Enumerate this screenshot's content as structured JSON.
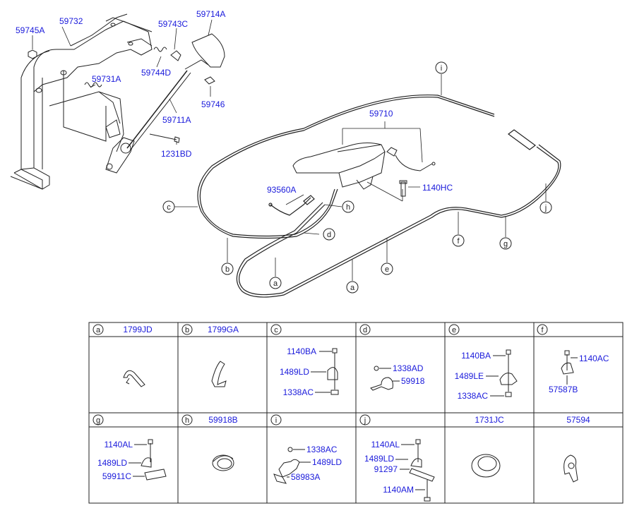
{
  "part_labels": {
    "p59745A": "59745A",
    "p59732": "59732",
    "p59743C": "59743C",
    "p59714A": "59714A",
    "p59744D": "59744D",
    "p59731A": "59731A",
    "p59746": "59746",
    "p59711A": "59711A",
    "p1231BD": "1231BD",
    "p59710": "59710",
    "p93560A": "93560A",
    "p1140HC": "1140HC"
  },
  "callouts": [
    "i",
    "c",
    "h",
    "d",
    "b",
    "a",
    "e",
    "a",
    "f",
    "g",
    "j"
  ],
  "table": {
    "row1": [
      {
        "letter": "a",
        "code": "1799JD",
        "parts": []
      },
      {
        "letter": "b",
        "code": "1799GA",
        "parts": []
      },
      {
        "letter": "c",
        "code": "",
        "parts": [
          "1140BA",
          "1489LD",
          "1338AC"
        ]
      },
      {
        "letter": "d",
        "code": "",
        "parts": [
          "1338AD",
          "59918"
        ]
      },
      {
        "letter": "e",
        "code": "",
        "parts": [
          "1140BA",
          "1489LE",
          "1338AC"
        ]
      },
      {
        "letter": "f",
        "code": "",
        "parts": [
          "1140AC",
          "57587B"
        ]
      }
    ],
    "row2": [
      {
        "letter": "g",
        "code": "",
        "parts": [
          "1140AL",
          "1489LD",
          "59911C"
        ]
      },
      {
        "letter": "h",
        "code": "59918B",
        "parts": []
      },
      {
        "letter": "i",
        "code": "",
        "parts": [
          "1338AC",
          "1489LD",
          "58983A"
        ]
      },
      {
        "letter": "j",
        "code": "",
        "parts": [
          "1140AL",
          "1489LD",
          "91297",
          "1140AM"
        ]
      },
      {
        "letter": "",
        "code": "1731JC",
        "parts": []
      },
      {
        "letter": "",
        "code": "57594",
        "parts": []
      }
    ]
  }
}
